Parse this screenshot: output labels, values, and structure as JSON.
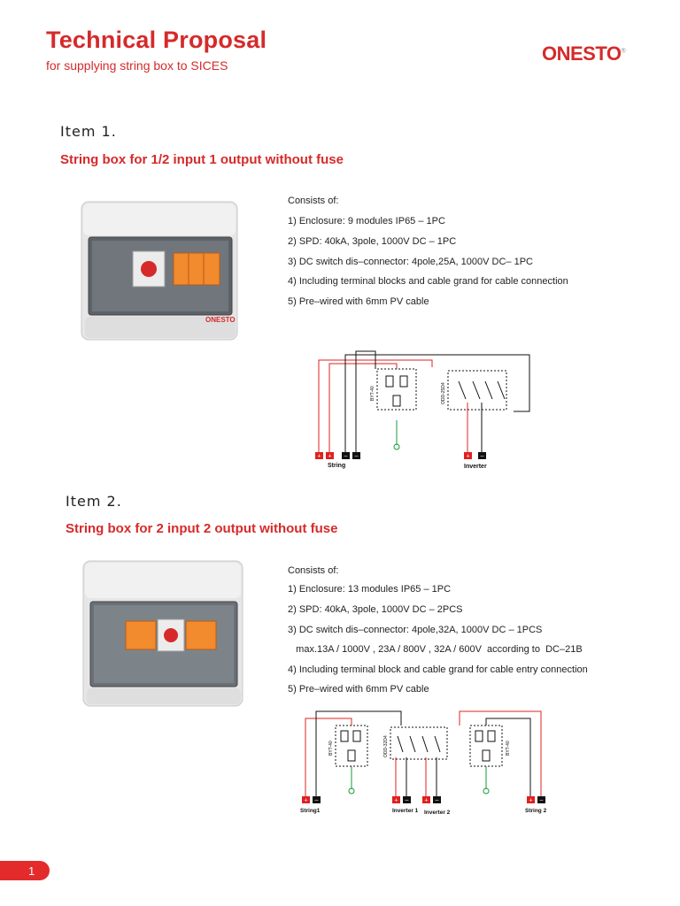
{
  "header": {
    "title": "Technical Proposal",
    "subtitle": "for supplying string box to SICES",
    "logo": "ONESTO",
    "logo_mark": "®"
  },
  "item1": {
    "heading": "Item 1.",
    "subheading": "String box for 1/2 input 1 output without fuse",
    "product_logo": "ONESTO",
    "consists_label": "Consists of:",
    "specs": [
      "1) Enclosure: 9 modules IP65 – 1PC",
      "2) SPD: 40kA, 3pole, 1000V DC – 1PC",
      "3) DC switch dis–connector: 4pole,25A, 1000V DC– 1PC",
      "4) Including terminal blocks and cable grand for cable connection",
      "5) Pre–wired with 6mm PV cable"
    ],
    "diagram": {
      "spd_code": "BYT-40",
      "switch_code": "ODD-25D4",
      "string_label": "String",
      "inverter_label": "Inverter",
      "plus": "+",
      "minus": "–"
    }
  },
  "item2": {
    "heading": "Item 2.",
    "subheading": "String box for 2 input 2 output without fuse",
    "consists_label": "Consists of:",
    "specs": [
      "1) Enclosure: 13 modules IP65 – 1PC",
      "2) SPD: 40kA, 3pole, 1000V DC – 2PCS",
      "3) DC switch dis–connector: 4pole,32A, 1000V DC – 1PCS",
      "   max.13A / 1000V , 23A / 800V , 32A / 600V  according to  DC–21B",
      "4) Including terminal block and cable grand for cable entry connection",
      "5) Pre–wired with 6mm PV cable"
    ],
    "diagram": {
      "spd_code_left": "BYT-40",
      "switch_code": "ODD-32D4",
      "spd_code_right": "BYT-40",
      "string1_label": "String1",
      "inverter1_label": "Inverter 1",
      "inverter2_label": "Inverter 2",
      "string2_label": "String 2",
      "plus": "+",
      "minus": "–"
    }
  },
  "footer": {
    "page_number": "1"
  },
  "colors": {
    "accent": "#d62a2a",
    "wire_red": "#e02020",
    "wire_black": "#111111",
    "ground_green": "#1a9a3a",
    "spd_orange": "#f28a2e"
  }
}
